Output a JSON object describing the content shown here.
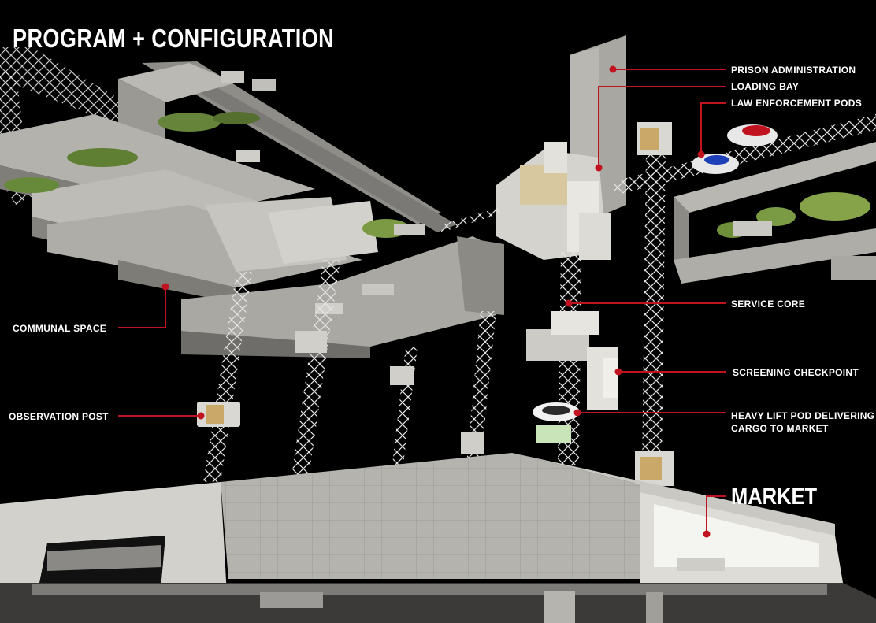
{
  "title": "PROGRAM + CONFIGURATION",
  "colors": {
    "background": "#000000",
    "leader": "#c1121f",
    "label": "#ffffff",
    "concrete": "#a9a8a2",
    "greenery": "#6f8f3a"
  },
  "labels": {
    "prison_administration": "PRISON ADMINISTRATION",
    "loading_bay": "LOADING BAY",
    "law_enforcement_pods": "LAW ENFORCEMENT PODS",
    "communal_space": "COMMUNAL SPACE",
    "service_core": "SERVICE CORE",
    "screening_checkpoint": "SCREENING CHECKPOINT",
    "observation_post": "OBSERVATION POST",
    "heavy_lift_line1": "HEAVY LIFT POD DELIVERING",
    "heavy_lift_line2": "CARGO TO MARKET",
    "market": "MARKET"
  }
}
